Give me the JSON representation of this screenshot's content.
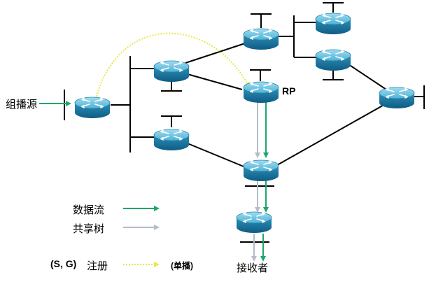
{
  "labels": {
    "source": "组播源",
    "rp": "RP",
    "receiver": "接收者"
  },
  "legend": {
    "data_flow": "数据流",
    "shared_tree": "共享树",
    "sg_prefix": "(S, G)",
    "sg_register": "注册",
    "unicast": "(单播)"
  },
  "colors": {
    "data_flow": "#1aa86a",
    "shared_tree": "#b4bcc8",
    "register": "#f0f07a",
    "link": "#000000",
    "router_body": "#3aa3c8"
  },
  "icons": {
    "router": "router-icon"
  }
}
